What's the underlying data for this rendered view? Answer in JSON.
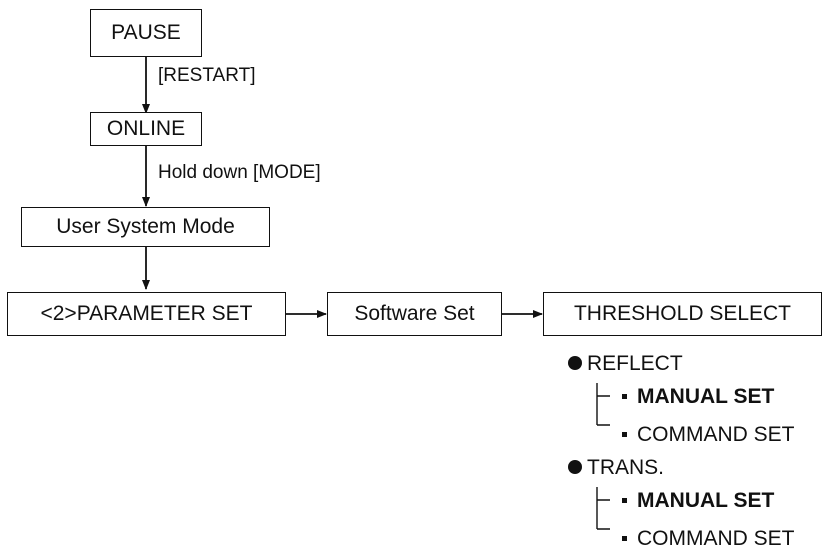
{
  "nodes": {
    "pause": "PAUSE",
    "online": "ONLINE",
    "user_system_mode": "User System Mode",
    "parameter_set": "<2>PARAMETER SET",
    "software_set": "Software Set",
    "threshold_select": "THRESHOLD SELECT"
  },
  "edge_labels": {
    "restart": "[RESTART]",
    "hold_mode": "Hold down [MODE]"
  },
  "options": {
    "reflect": {
      "label": "REFLECT",
      "items": [
        "MANUAL SET",
        "COMMAND SET"
      ]
    },
    "trans": {
      "label": "TRANS.",
      "items": [
        "MANUAL SET",
        "COMMAND SET"
      ]
    }
  },
  "colors": {
    "line": "#111111",
    "background": "#ffffff"
  }
}
